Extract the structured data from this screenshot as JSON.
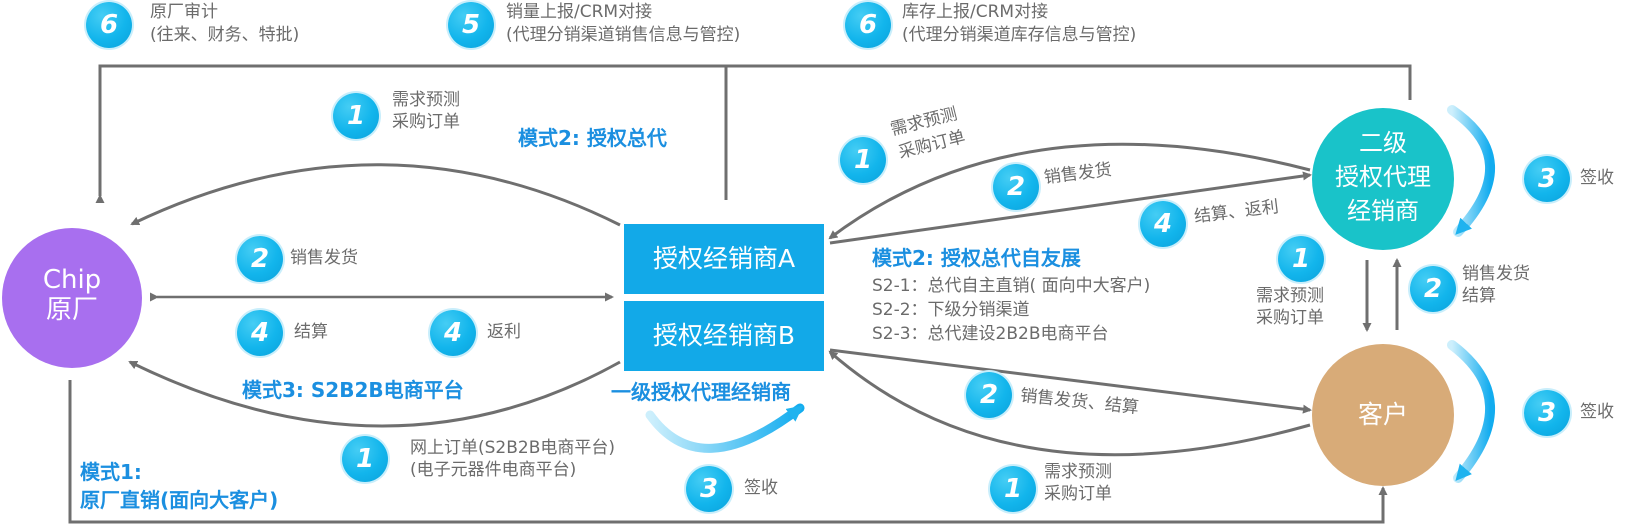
{
  "title_mode2": "模式2: 授权总代",
  "title_mode2_self": "模式2: 授权总代自友展",
  "mode2_items": [
    "S2-1：总代自主直销( 面向中大客户)",
    "S2-2：下级分销渠道",
    "S2-3：总代建设2B2B电商平台"
  ],
  "title_mode3": "模式3: S2B2B电商平台",
  "title_mode1_line1": "模式1:",
  "title_mode1_line2": "原厂直销(面向大客户)",
  "tier1_label": "一级授权代理经销商",
  "nodes": {
    "chip_line1": "Chip",
    "chip_line2": "原厂",
    "dealer_a": "授权经销商A",
    "dealer_b": "授权经销商B",
    "tier2_line1": "二级",
    "tier2_line2": "授权代理",
    "tier2_line3": "经销商",
    "customer": "客户"
  },
  "top": {
    "b1": "6",
    "b1_line1": "原厂审计",
    "b1_line2": "(往来、财务、特批)",
    "b2": "5",
    "b2_line1": "销量上报/CRM对接",
    "b2_line2": "(代理分销渠道销售信息与管控)",
    "b3": "6",
    "b3_line1": "库存上报/CRM对接",
    "b3_line2": "(代理分销渠道库存信息与管控)"
  },
  "steps": {
    "s1a_num": "1",
    "s1a_l1": "需求预测",
    "s1a_l2": "采购订单",
    "s2a_num": "2",
    "s2a_text": "销售发货",
    "s4a_num": "4",
    "s4a_text": "结算",
    "s4b_num": "4",
    "s4b_text": "返利",
    "s1b_num": "1",
    "s1b_l1": "网上订单(S2B2B电商平台)",
    "s1b_l2": "(电子元器件电商平台)",
    "s3a_num": "3",
    "s3a_text": "签收",
    "s1c_num": "1",
    "s1c_l1": "需求预测",
    "s1c_l2": "采购订单",
    "s1d_num": "1",
    "s1d_l1": "需求预测",
    "s1d_l2": "采购订单",
    "s2b_num": "2",
    "s2b_text": "销售发货",
    "s4c_num": "4",
    "s4c_text": "结算、返利",
    "s1e_num": "1",
    "s1e_l1": "需求预测",
    "s1e_l2": "采购订单",
    "s2c_num": "2",
    "s2c_l1": "销售发货",
    "s2c_l2": "结算",
    "s2d_num": "2",
    "s2d_text": "销售发货、结算",
    "s3b_num": "3",
    "s3b_text": "签收",
    "s3c_num": "3",
    "s3c_text": "签收"
  },
  "colors": {
    "chip": "#a86fef",
    "dealer_box": "#12a9e8",
    "tier2": "#19c3c9",
    "customer": "#d8ab78",
    "badge": "#12b5ec",
    "arrow": "#6f6f6f",
    "accent_text": "#1b8fe0"
  }
}
